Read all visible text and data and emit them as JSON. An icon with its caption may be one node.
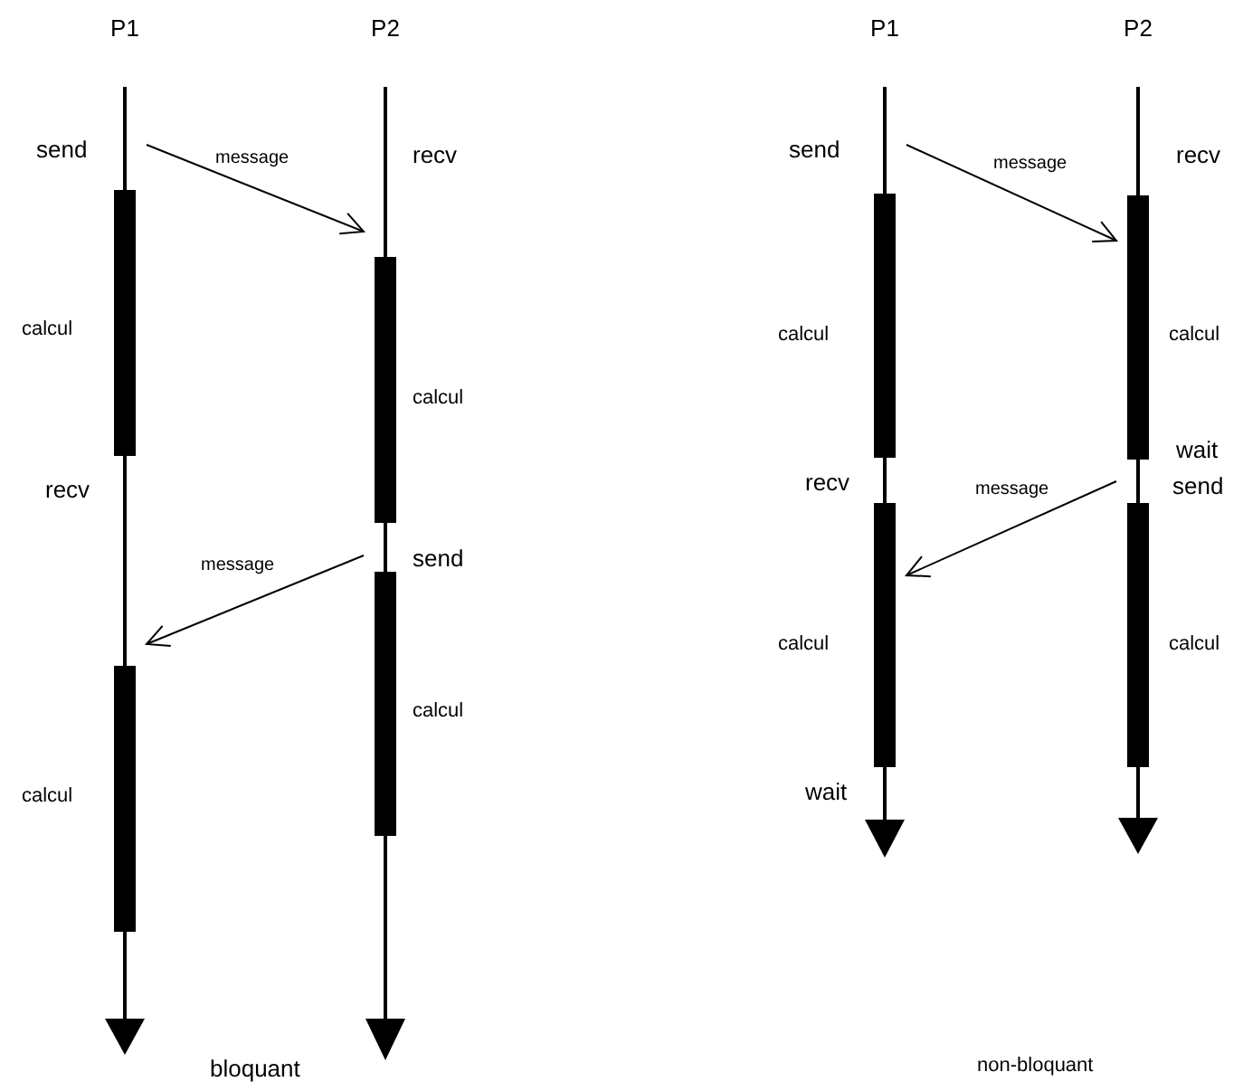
{
  "diagram": {
    "nodes": [
      {
        "text": [
          "P1"
        ]
      },
      {
        "text": [
          "P2"
        ]
      },
      {
        "text": [
          "P1"
        ]
      },
      {
        "text": [
          "P2"
        ]
      }
    ],
    "edges": [
      {
        "from": 0,
        "to": 1,
        "arrow": "to",
        "label": "message"
      },
      {
        "from": 1,
        "to": 0,
        "arrow": "to",
        "label": "message"
      },
      {
        "from": 2,
        "to": 3,
        "arrow": "to",
        "label": "message"
      },
      {
        "from": 3,
        "to": 2,
        "arrow": "to",
        "label": "message"
      }
    ],
    "labels": [
      "send",
      "recv",
      "calcul",
      "calcul",
      "recv",
      "send",
      "calcul",
      "calcul",
      "bloquant",
      "send",
      "recv",
      "calcul",
      "calcul",
      "wait",
      "recv",
      "send",
      "calcul",
      "calcul",
      "wait",
      "non-bloquant"
    ]
  }
}
